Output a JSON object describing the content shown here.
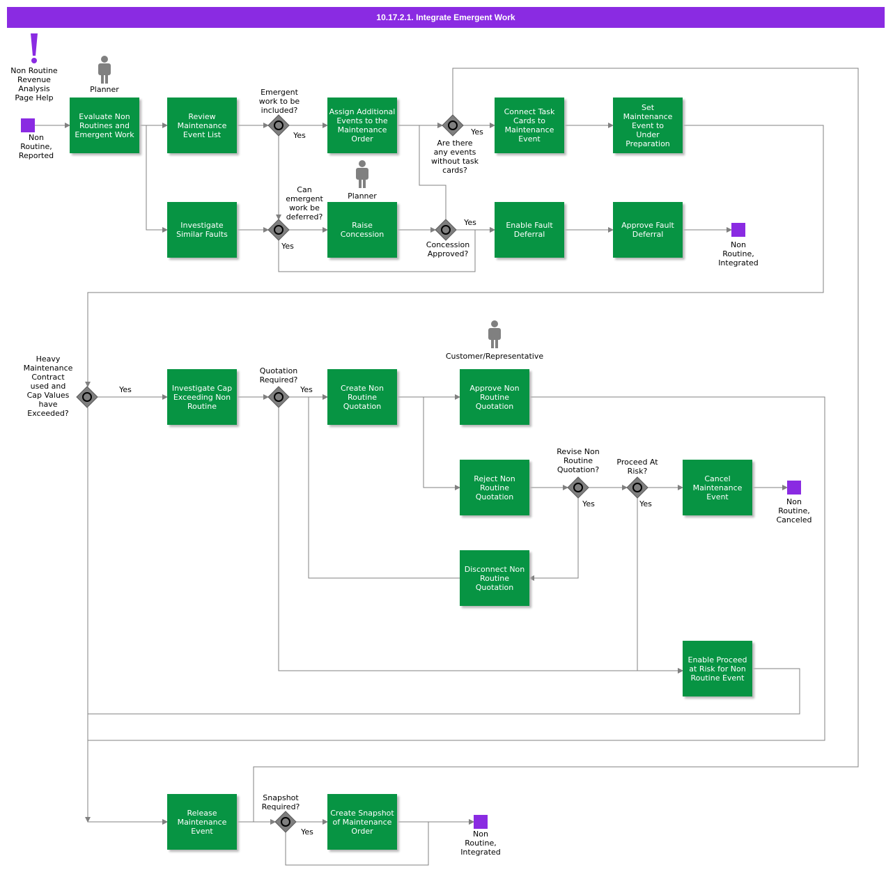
{
  "title": "10.17.2.1. Integrate Emergent Work",
  "colors": {
    "title_bar": "#8a2be2",
    "task": "#079443",
    "event": "#8a2be2",
    "gateway": "#7f7f7f",
    "actor": "#808080",
    "connector": "#808080"
  },
  "help": {
    "icon": "exclamation-icon",
    "label": "Non Routine\nRevenue\nAnalysis\nPage Help"
  },
  "roles": {
    "planner_1": "Planner",
    "planner_2": "Planner",
    "customer": "Customer/Representative"
  },
  "events": {
    "start": "Non\nRoutine,\nReported",
    "end_integrated_1": "Non\nRoutine,\nIntegrated",
    "end_canceled": "Non\nRoutine,\nCanceled",
    "end_integrated_2": "Non\nRoutine,\nIntegrated"
  },
  "tasks": {
    "evaluate": "Evaluate Non\nRoutines and\nEmergent Work",
    "review": "Review\nMaintenance\nEvent List",
    "assign": "Assign Additional\nEvents to the\nMaintenance\nOrder",
    "connect": "Connect Task\nCards to\nMaintenance\nEvent",
    "set_event": "Set\nMaintenance\nEvent to\nUnder\nPreparation",
    "investigate_similar": "Investigate\nSimilar Faults",
    "raise_concession": "Raise\nConcession",
    "enable_fault": "Enable Fault\nDeferral",
    "approve_fault": "Approve Fault\nDeferral",
    "investigate_cap": "Investigate Cap\nExceeding Non\nRoutine",
    "create_quotation": "Create Non\nRoutine\nQuotation",
    "approve_quotation": "Approve Non\nRoutine\nQuotation",
    "reject_quotation": "Reject Non\nRoutine\nQuotation",
    "cancel_event": "Cancel\nMaintenance\nEvent",
    "disconnect_quotation": "Disconnect Non\nRoutine\nQuotation",
    "enable_proceed": "Enable Proceed\nat Risk for Non\nRoutine Event",
    "release_event": "Release\nMaintenance\nEvent",
    "create_snapshot": "Create Snapshot\nof Maintenance\nOrder"
  },
  "gateways": {
    "emergent_included": "Emergent\nwork to be\nincluded?",
    "events_without_cards": "Are there\nany events\nwithout task\ncards?",
    "can_defer": "Can\nemergent\nwork be\ndeferred?",
    "concession_approved": "Concession\nApproved?",
    "heavy_maintenance": "Heavy\nMaintenance\nContract\nused and\nCap Values\nhave\nExceeded?",
    "quotation_required": "Quotation\nRequired?",
    "revise_quotation": "Revise Non\nRoutine\nQuotation?",
    "proceed_at_risk": "Proceed At\nRisk?",
    "snapshot_required": "Snapshot\nRequired?"
  },
  "flow_labels": {
    "yes_1": "Yes",
    "yes_2": "Yes",
    "yes_3": "Yes",
    "yes_4": "Yes",
    "yes_5": "Yes",
    "yes_6": "Yes",
    "yes_7": "Yes",
    "yes_8": "Yes",
    "yes_9": "Yes"
  }
}
